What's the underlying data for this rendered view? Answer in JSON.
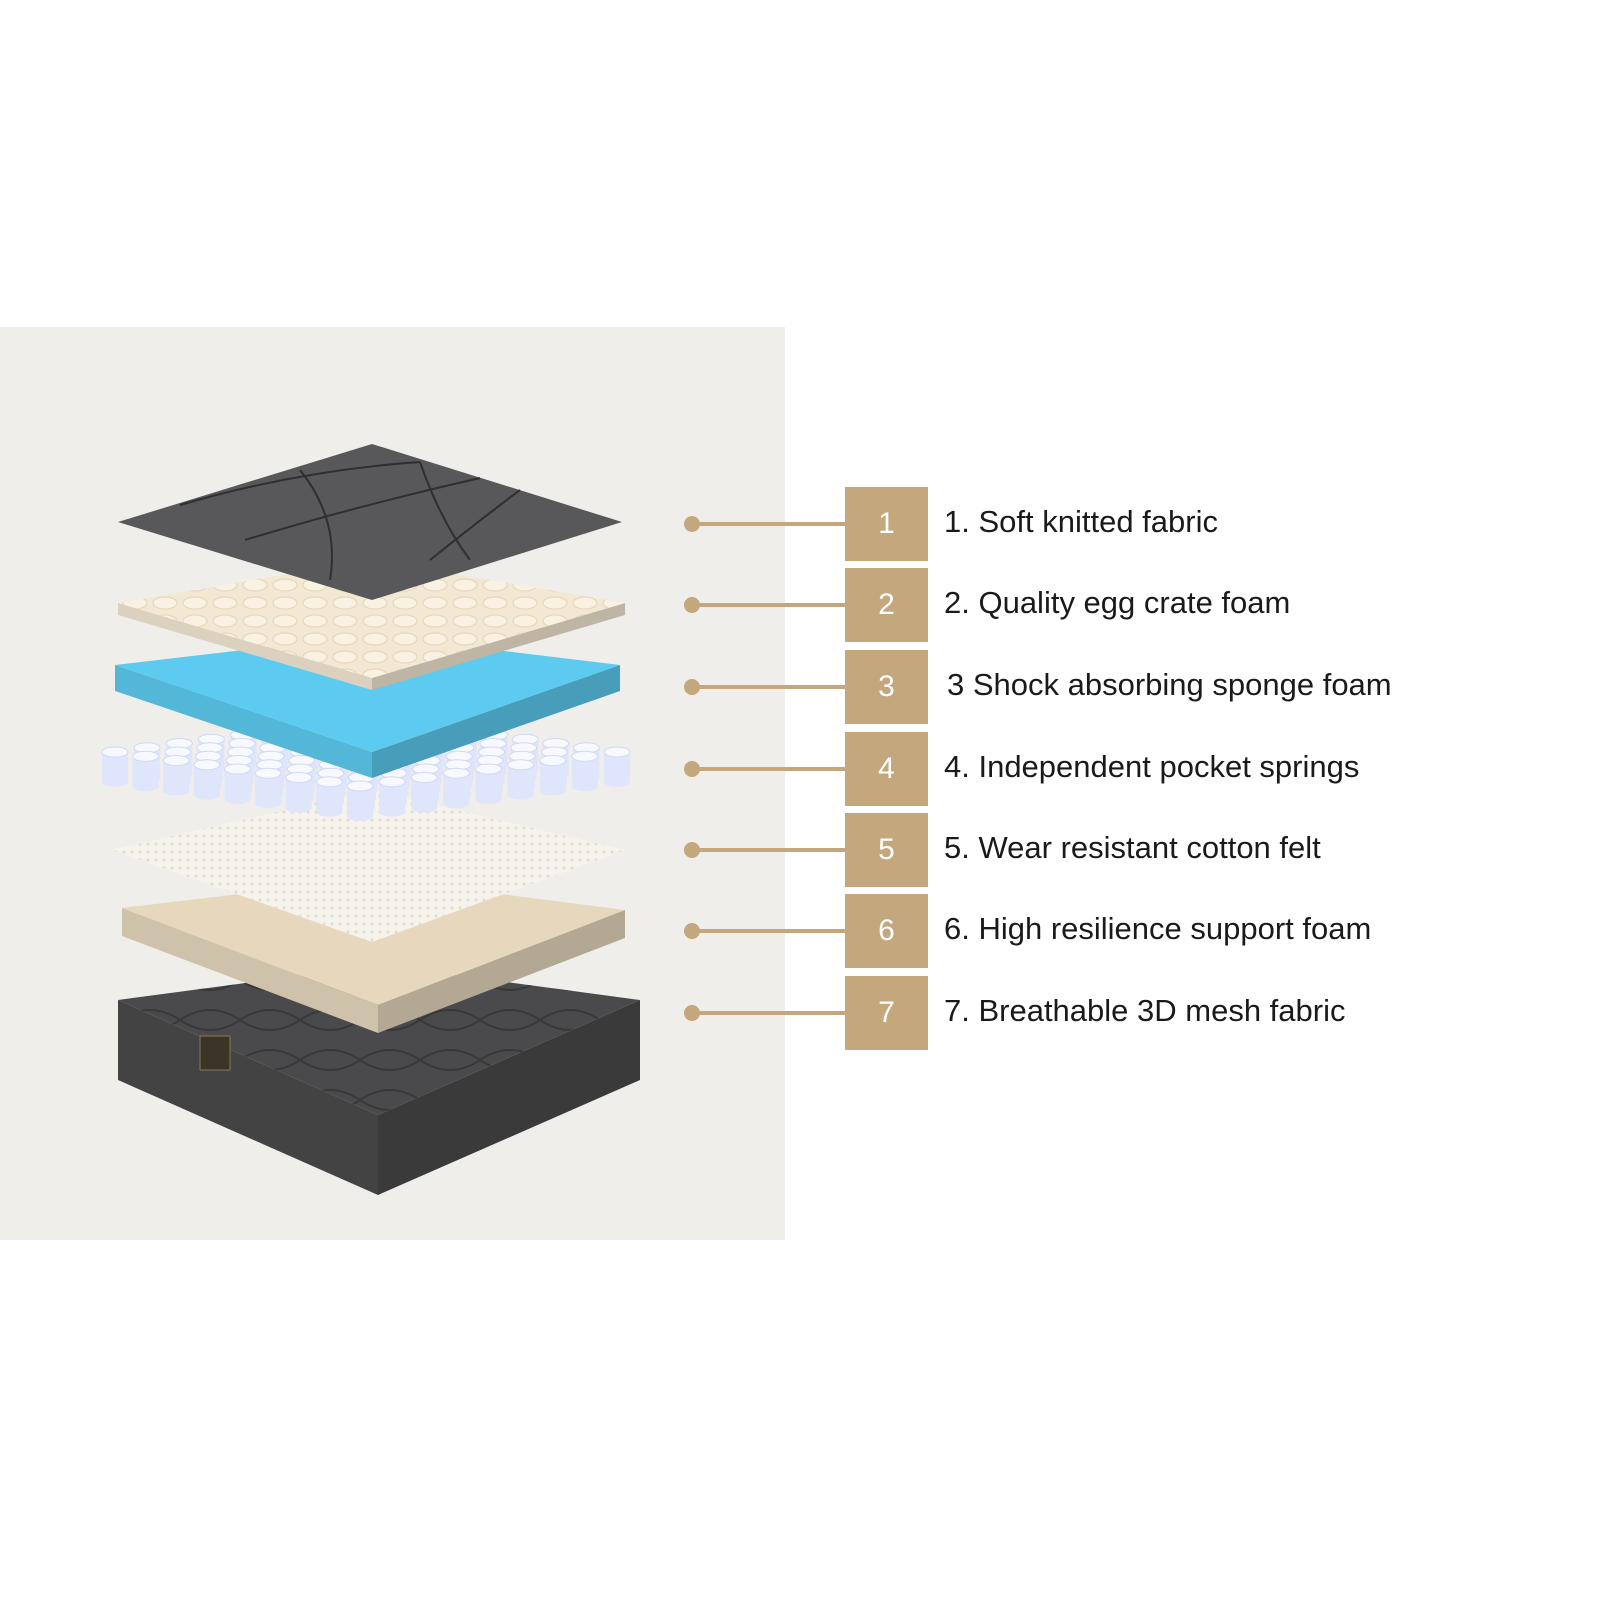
{
  "colors": {
    "accent": "#c4a77d",
    "panel_background": "#efeeea",
    "fabric": "#58585a",
    "egg_crate_foam": "#f3e8d3",
    "sponge_foam": "#5ccbef",
    "springs": "#e8ecfb",
    "felt": "#f5f3ec",
    "support_foam": "#e6d7bd",
    "mesh_fabric": "#4a4a4c"
  },
  "layers": [
    {
      "number": "1",
      "label": "1. Soft knitted fabric"
    },
    {
      "number": "2",
      "label": "2. Quality egg crate foam"
    },
    {
      "number": "3",
      "label": "3 Shock absorbing sponge foam"
    },
    {
      "number": "4",
      "label": "4. Independent pocket springs"
    },
    {
      "number": "5",
      "label": "5. Wear resistant cotton felt"
    },
    {
      "number": "6",
      "label": "6. High resilience support foam"
    },
    {
      "number": "7",
      "label": "7. Breathable 3D mesh fabric"
    }
  ]
}
